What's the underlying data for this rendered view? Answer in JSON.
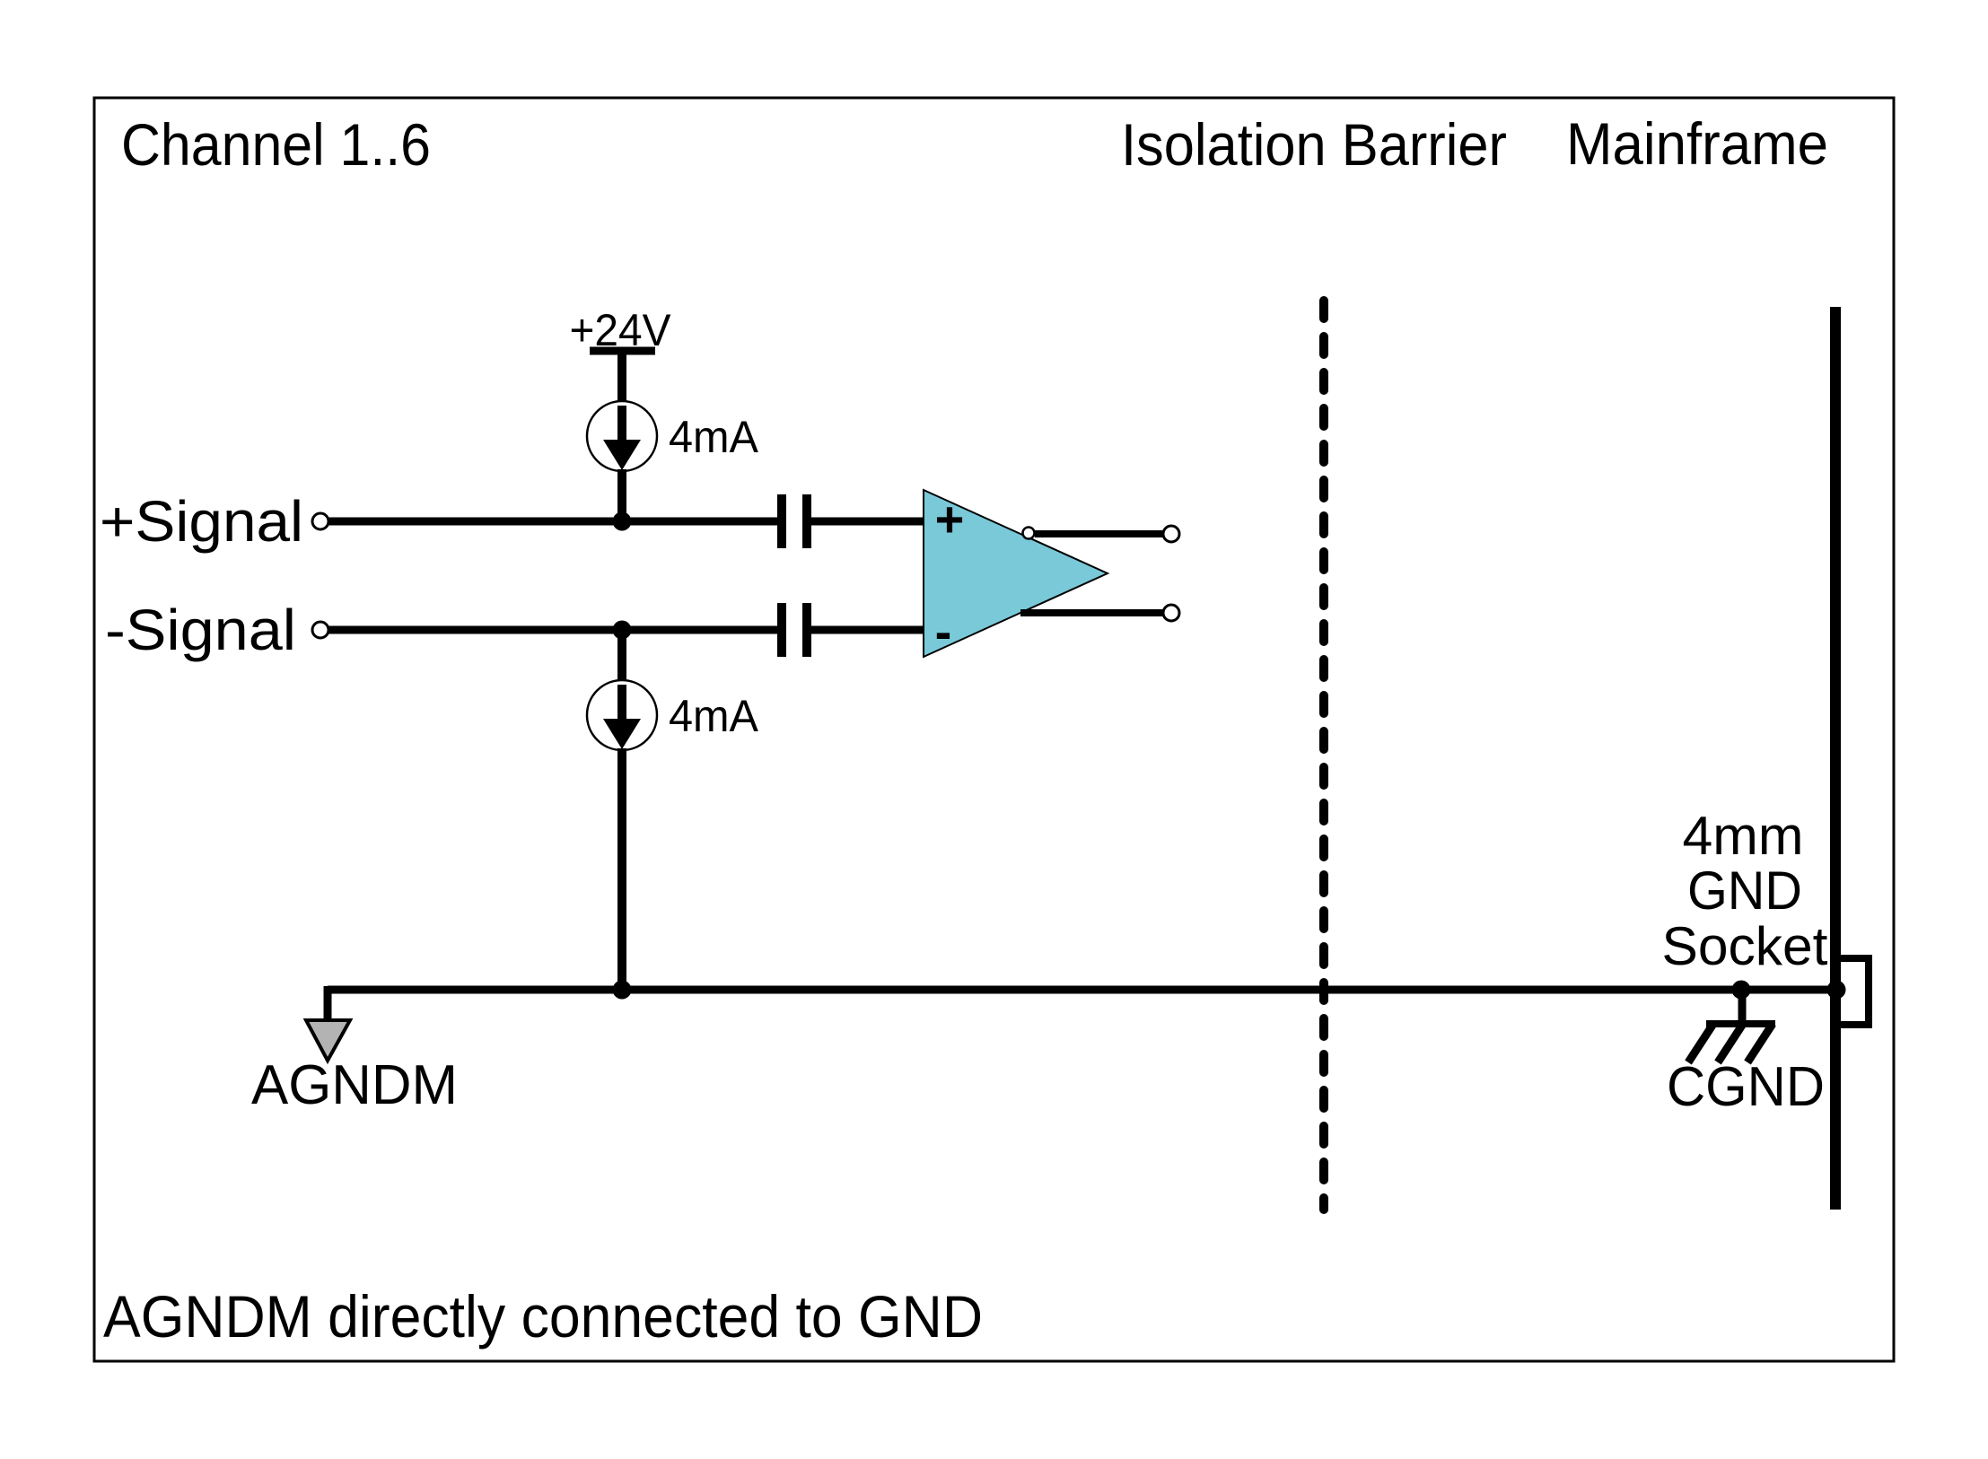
{
  "header": {
    "channel_label": "Channel 1..6",
    "isolation_barrier_label": "Isolation Barrier",
    "mainframe_label": "Mainframe"
  },
  "supply": {
    "voltage_label": "+24V"
  },
  "current_source_top": {
    "value_label": "4mA"
  },
  "current_source_bottom": {
    "value_label": "4mA"
  },
  "inputs": {
    "plus_label": "+Signal",
    "minus_label": "-Signal"
  },
  "opamp": {
    "noninverting_sign": "+",
    "inverting_sign": "-"
  },
  "grounds": {
    "agndm_label": "AGNDM",
    "cgnd_label": "CGND"
  },
  "gnd_socket": {
    "line1": "4mm",
    "line2": "GND",
    "line3": "Socket"
  },
  "footnote": "AGNDM directly connected to GND",
  "colors": {
    "opamp_fill": "#79c9d9",
    "agndm_arrow_fill": "#b3b3b3",
    "line_color": "#000000",
    "background": "#ffffff"
  }
}
